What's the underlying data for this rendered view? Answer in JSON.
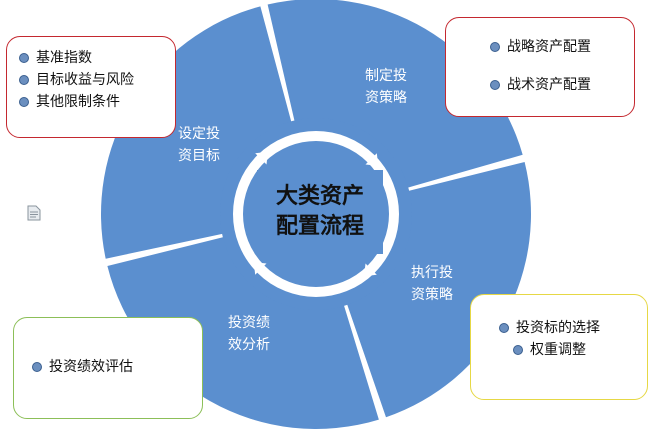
{
  "diagram": {
    "center_title": "大类资产\n配置流程",
    "segments": [
      {
        "label_line1": "制定投",
        "label_line2": "资策略"
      },
      {
        "label_line1": "执行投",
        "label_line2": "资策略"
      },
      {
        "label_line1": "投资绩",
        "label_line2": "效分析"
      },
      {
        "label_line1": "设定投",
        "label_line2": "资目标"
      }
    ],
    "boxes": {
      "top_left": [
        "基准指数",
        "目标收益与风险",
        "其他限制条件"
      ],
      "top_right": [
        "战略资产配置",
        "战术资产配置"
      ],
      "bottom_left": [
        "投资绩效评估"
      ],
      "bottom_right": [
        "投资标的选择",
        "权重调整"
      ]
    }
  },
  "colors": {
    "segment": "#5b8fcf",
    "inner_ring": "#ffffff",
    "box_red": "#c4282f",
    "box_green": "#8cbf58",
    "box_yellow": "#e6d845"
  },
  "icons": {
    "doc": "document-icon"
  }
}
